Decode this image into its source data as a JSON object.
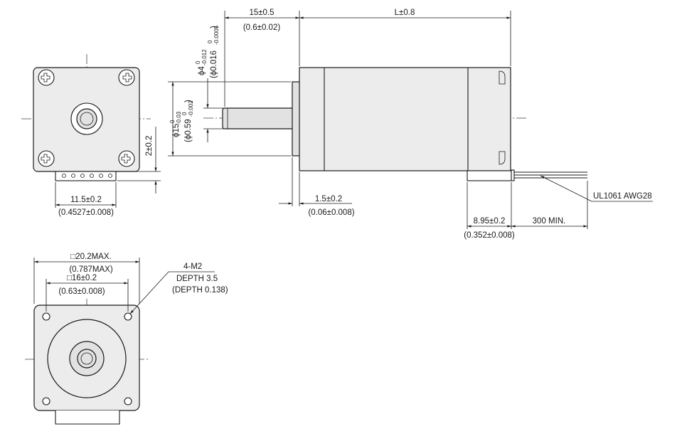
{
  "front_view_small": {
    "dim_width": "11.5±0.2",
    "dim_width_inch": "(0.4527±0.008)",
    "dim_offset": "2±0.2"
  },
  "side_view": {
    "dim_shaft_length": "15±0.5",
    "dim_shaft_length_inch": "(0.6±0.02)",
    "dim_body_length": "L±0.8",
    "dim_shaft_dia": "ϕ4",
    "dim_shaft_dia_tol_upper": "0",
    "dim_shaft_dia_tol_lower": "-0.012",
    "dim_shaft_dia_inch": "(ϕ0.016",
    "dim_shaft_dia_inch_tol_upper": "0",
    "dim_shaft_dia_inch_tol_lower": "-0.0005",
    "dim_shaft_dia_inch_close": ")",
    "dim_pilot_dia": "ϕ15",
    "dim_pilot_dia_tol_upper": "0",
    "dim_pilot_dia_tol_lower": "-0.03",
    "dim_pilot_dia_inch": "(ϕ0.59",
    "dim_pilot_dia_inch_tol_upper": "0",
    "dim_pilot_dia_inch_tol_lower": "-0.002",
    "dim_pilot_dia_inch_close": ")",
    "dim_pilot_height": "1.5±0.2",
    "dim_pilot_height_inch": "(0.06±0.008)",
    "dim_lead_offset": "8.95±0.2",
    "dim_lead_offset_inch": "(0.352±0.008)",
    "dim_lead_length": "300 MIN.",
    "lead_wire_label": "UL1061 AWG28"
  },
  "front_view_large": {
    "dim_flange": "□20.2MAX.",
    "dim_flange_inch": "(0.787MAX)",
    "dim_hole_pitch": "□16±0.2",
    "dim_hole_pitch_inch": "(0.63±0.008)",
    "hole_note_line1": "4-M2",
    "hole_note_line2": "DEPTH 3.5",
    "hole_note_line3": "(DEPTH 0.138)"
  }
}
